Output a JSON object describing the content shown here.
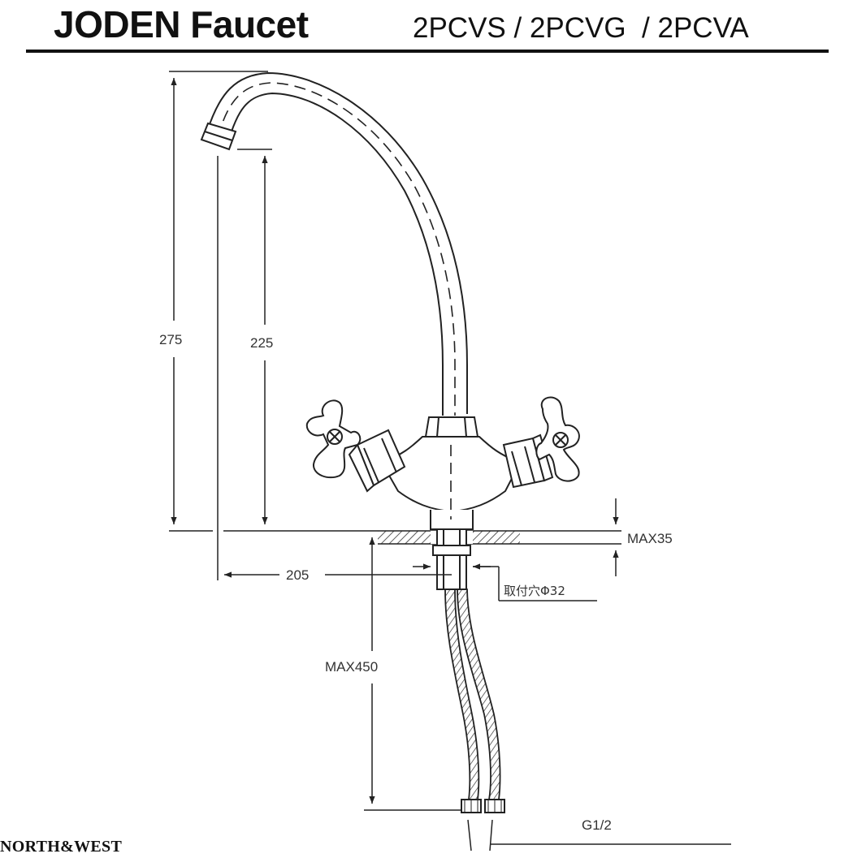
{
  "header": {
    "title": "JODEN Faucet",
    "models": "2PCVS / 2PCVG  / 2PCVA"
  },
  "dimensions": {
    "total_height": "275",
    "spout_height": "225",
    "reach": "205",
    "max_counter_thickness": "MAX35",
    "mounting_hole": "取付穴Φ32",
    "max_hose_length": "MAX450",
    "thread": "G1/2"
  },
  "footer": {
    "brand": "NORTH&WEST"
  }
}
